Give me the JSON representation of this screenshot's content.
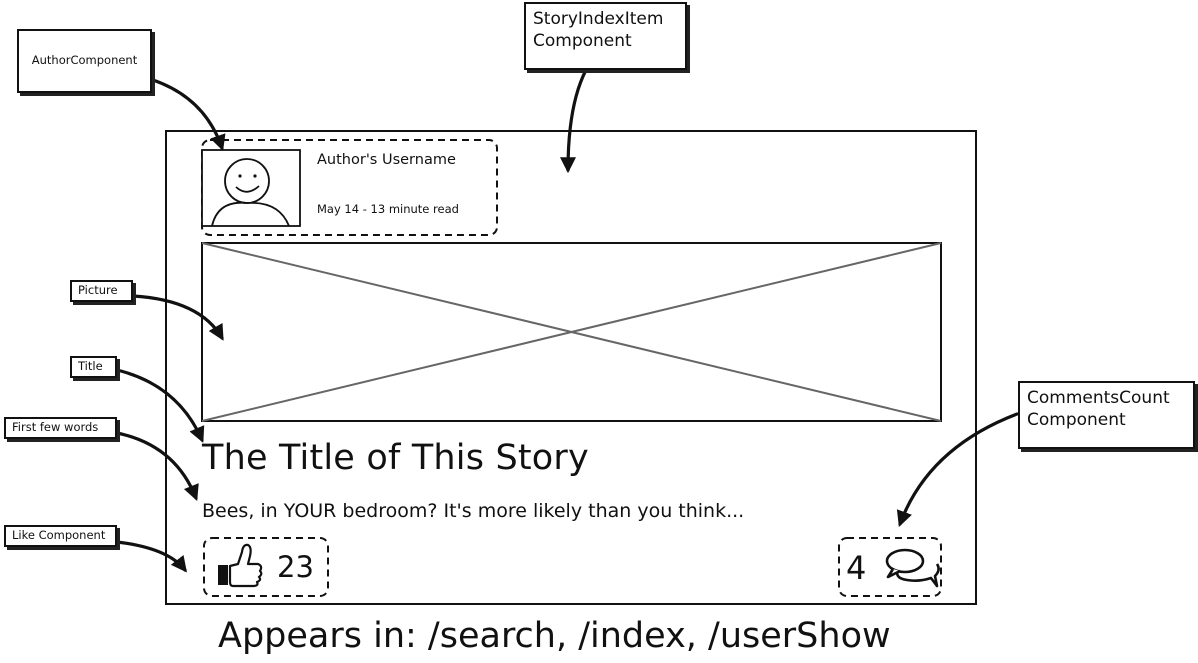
{
  "annotations": {
    "author_component": "AuthorComponent",
    "story_index_item": [
      "StoryIndexItem",
      "Component"
    ],
    "picture": "Picture",
    "title": "Title",
    "first_few_words": "First few words",
    "like_component": "Like Component",
    "comments_count": [
      "CommentsCount",
      "Component"
    ]
  },
  "card": {
    "author_username": "Author's Username",
    "author_meta": "May 14 - 13 minute read",
    "story_title": "The Title of This Story",
    "story_snippet": "Bees, in YOUR bedroom? It's more likely than you think...",
    "like_count": "23",
    "comments_count": "4"
  },
  "footer": {
    "appears_in": "Appears in: /search, /index, /userShow"
  },
  "icons": {
    "avatar": "avatar-placeholder-icon",
    "like": "thumbs-up-icon",
    "comments": "speech-bubbles-icon",
    "picture": "image-placeholder-icon"
  }
}
